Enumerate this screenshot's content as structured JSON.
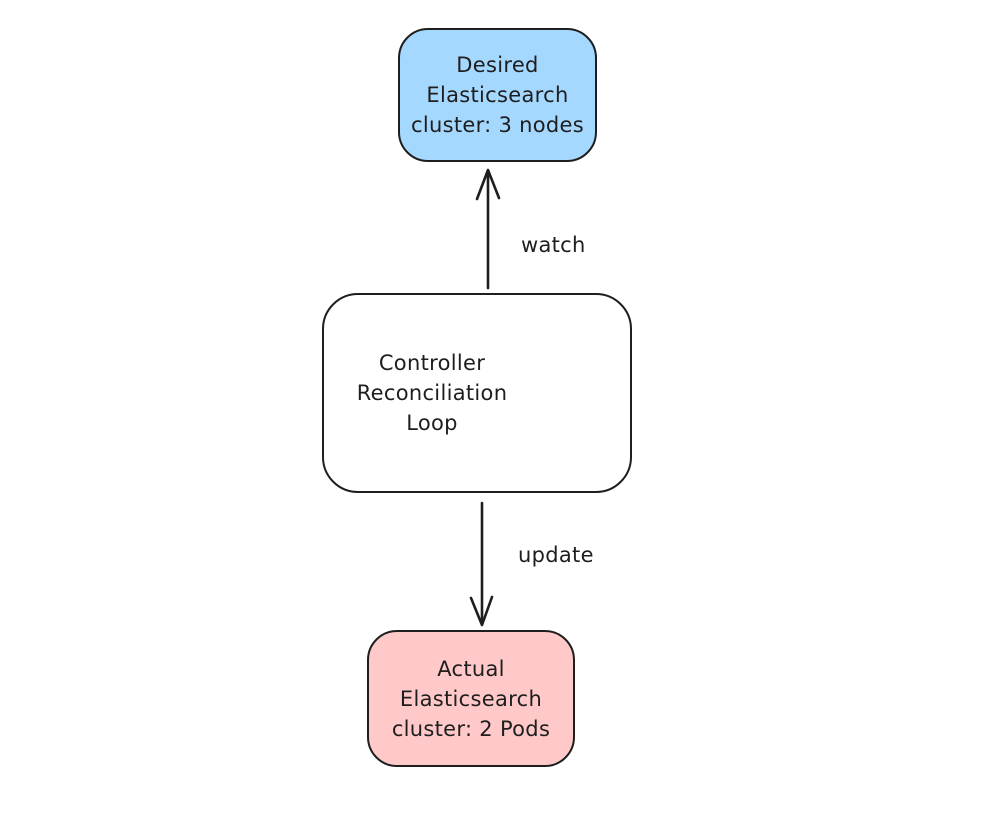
{
  "diagram": {
    "background_color": "#ffffff",
    "stroke_color": "#1e1e1e",
    "nodes": [
      {
        "id": "desired-cluster",
        "label": "Desired\nElasticsearch\ncluster: 3 nodes",
        "fill": "#a5d8ff",
        "shape": "rounded-rectangle"
      },
      {
        "id": "controller-loop",
        "label": "Controller\nReconciliation\nLoop",
        "fill": "#ffffff",
        "shape": "rounded-rectangle",
        "inner_icon": "arrow-down-icon"
      },
      {
        "id": "actual-cluster",
        "label": "Actual\nElasticsearch\ncluster: 2 Pods",
        "fill": "#ffc9c9",
        "shape": "rounded-rectangle"
      }
    ],
    "edges": [
      {
        "id": "watch",
        "label": "watch",
        "from": "controller-loop",
        "to": "desired-cluster",
        "direction": "up"
      },
      {
        "id": "update",
        "label": "update",
        "from": "controller-loop",
        "to": "actual-cluster",
        "direction": "down"
      }
    ]
  }
}
